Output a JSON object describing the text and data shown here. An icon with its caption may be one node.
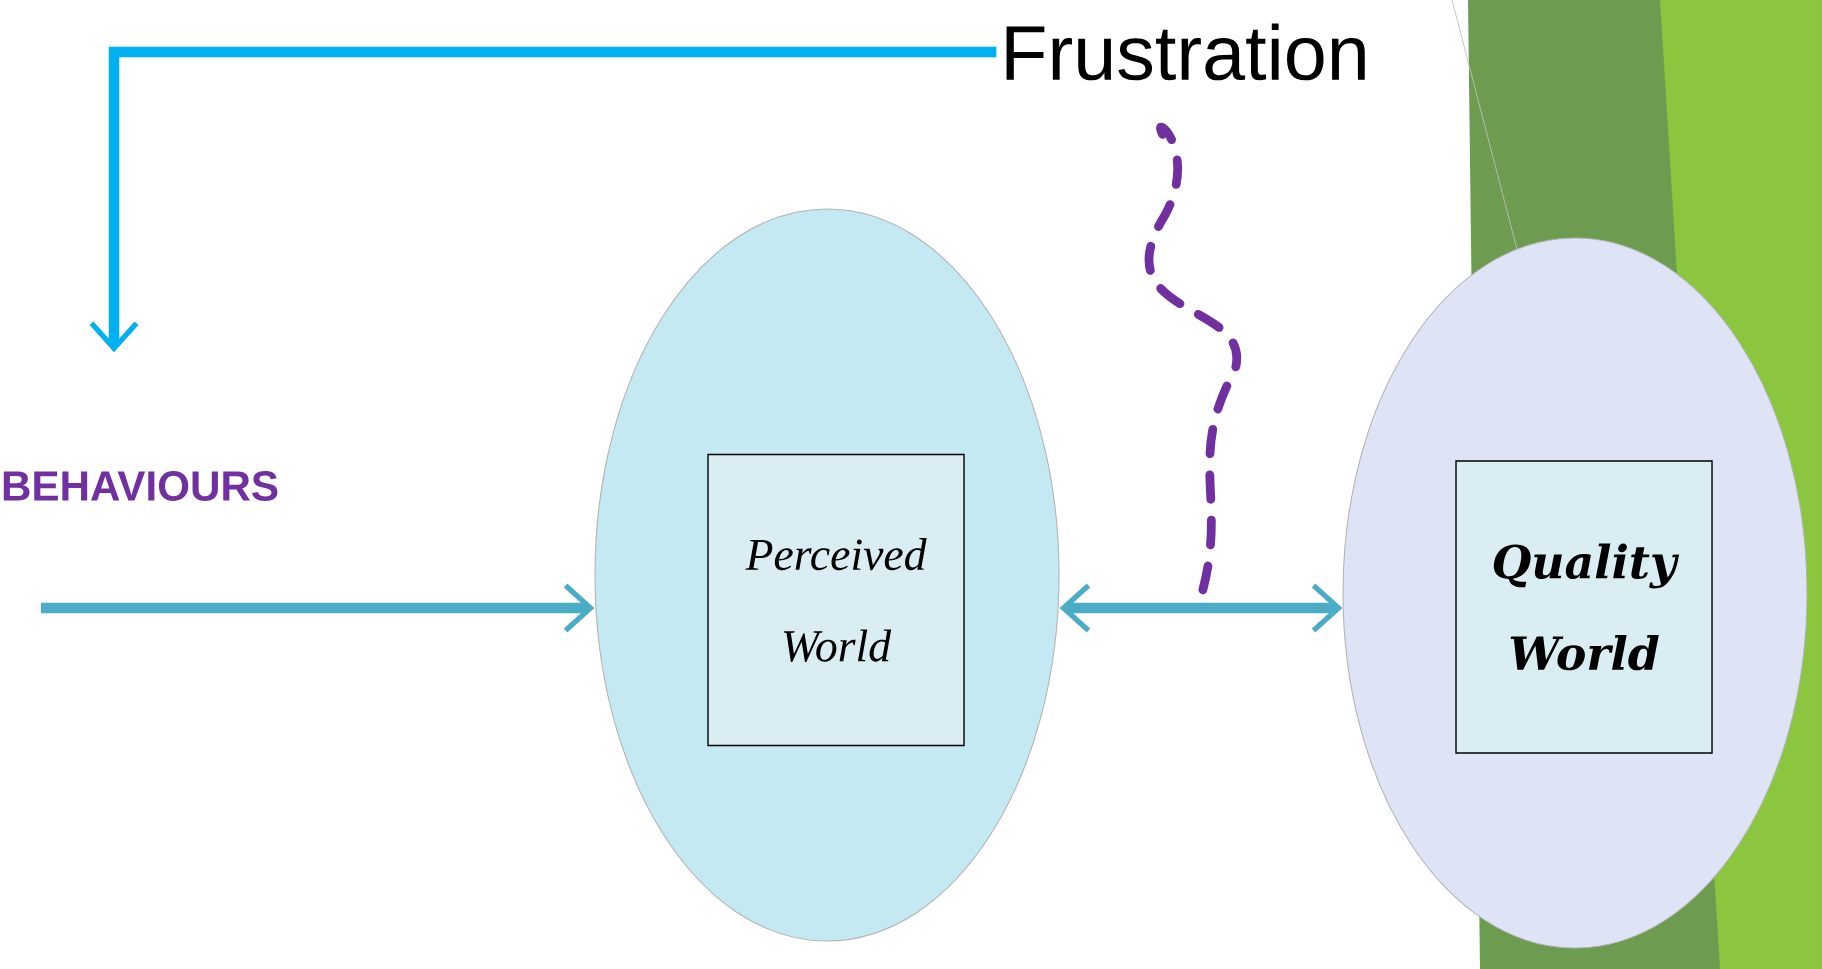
{
  "diagram": {
    "nodes": [
      {
        "text": [
          "Frustration"
        ]
      },
      {
        "text": [
          "BEHAVIOURS"
        ]
      },
      {
        "text": [],
        "shape": "ellipse"
      },
      {
        "text": [
          "Perceived World"
        ],
        "in": 2
      },
      {
        "text": [],
        "shape": "ellipse"
      },
      {
        "text": [
          "Quality World"
        ],
        "in": 4
      }
    ],
    "edges": [
      {
        "from": 0,
        "to": 1,
        "arrow": "to",
        "color": "#00b0f0"
      },
      {
        "from": null,
        "to": 2,
        "arrow": "to"
      },
      {
        "from": 2,
        "to": 4,
        "arrow": "both"
      },
      {
        "from": 0,
        "to": null,
        "arrow": "none",
        "style": "dashed",
        "color": "#7030a0"
      }
    ]
  }
}
